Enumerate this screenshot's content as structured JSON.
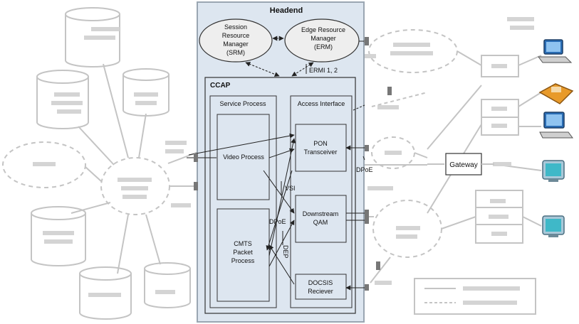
{
  "headend": {
    "title": "Headend",
    "srm": [
      "Session",
      "Resource",
      "Manager",
      "(SRM)"
    ],
    "erm": [
      "Edge Resource",
      "Manager",
      "(ERM)"
    ],
    "ermi_label": "ERMI 1, 2",
    "ccap": {
      "title": "CCAP",
      "service_process": {
        "title": "Service Process",
        "video_process": "Video Process",
        "cmts": [
          "CMTS",
          "Packet",
          "Process"
        ]
      },
      "access_interface": {
        "title": "Access Interface",
        "pon": [
          "PON",
          "Transceiver"
        ],
        "downstream_qam": [
          "Downstream",
          "QAM"
        ],
        "docsis": [
          "DOCSIS",
          "Reciever"
        ]
      },
      "vsi_label": "VSI",
      "dpoe_label": "DPoE",
      "dep_label": "DEP"
    },
    "dpi_label": "DPoE"
  },
  "gateway": {
    "label": "Gateway"
  },
  "colors": {
    "headend_bg": "#dde6f0",
    "headend_border": "#9aa6b2",
    "ghost": "#bfbfbf",
    "line": "#222222"
  },
  "icons": [
    "laptop-icon",
    "fax-icon",
    "computer-icon",
    "tv-icon",
    "tv-icon"
  ]
}
